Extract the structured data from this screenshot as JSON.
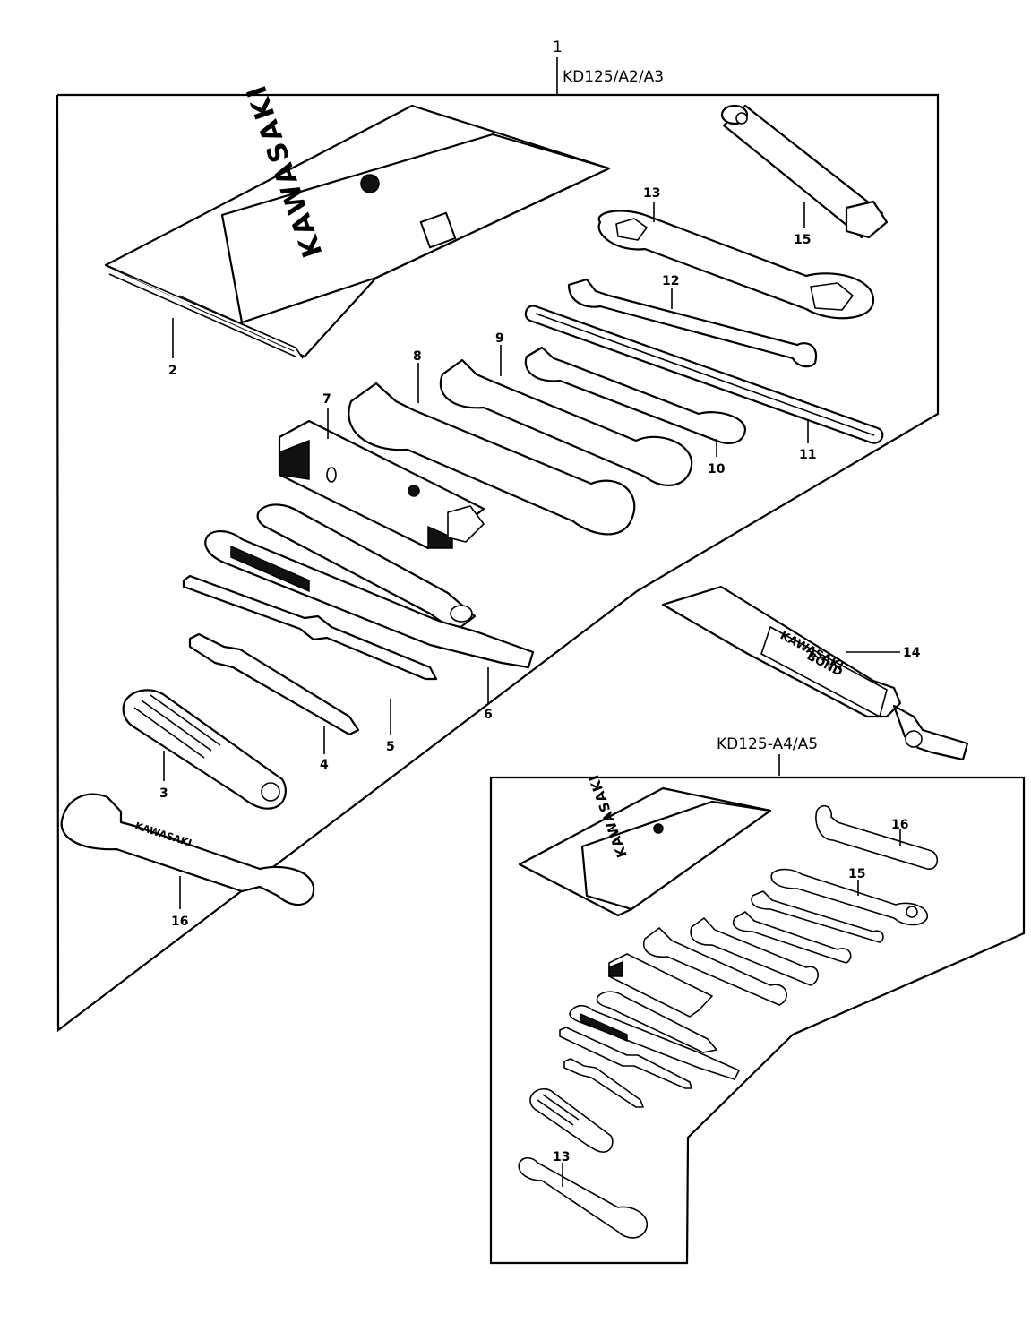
{
  "sets": [
    {
      "name": "KD125/A2/A3",
      "number": "1"
    },
    {
      "name": "KD125-A4/A5"
    }
  ],
  "callouts": [
    "2",
    "3",
    "4",
    "5",
    "6",
    "7",
    "8",
    "9",
    "10",
    "11",
    "12",
    "13",
    "14",
    "15",
    "16"
  ],
  "small_set_callouts": {
    "c16": "16",
    "c15": "15",
    "c13": "13"
  },
  "brand": "KAWASAKI",
  "tube_label": {
    "line1": "KAWASAKI",
    "line2": "BOND"
  }
}
